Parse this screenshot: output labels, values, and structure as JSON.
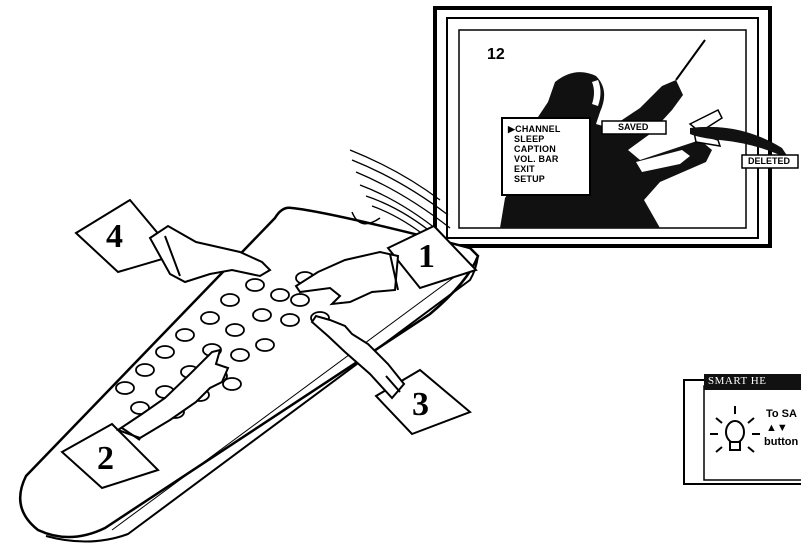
{
  "tv": {
    "channel_number": "12",
    "menu_items": [
      "▶CHANNEL",
      "SLEEP",
      "CAPTION",
      "VOL. BAR",
      "EXIT",
      "SETUP"
    ],
    "saved_label": "SAVED",
    "deleted_label": "DELETED"
  },
  "steps": [
    "4",
    "1",
    "2",
    "3"
  ],
  "smart_help": {
    "title": "SMART HE",
    "line1": "To SA",
    "line2": "▲▼",
    "line3": "button",
    "icon": "lightbulb-icon"
  }
}
